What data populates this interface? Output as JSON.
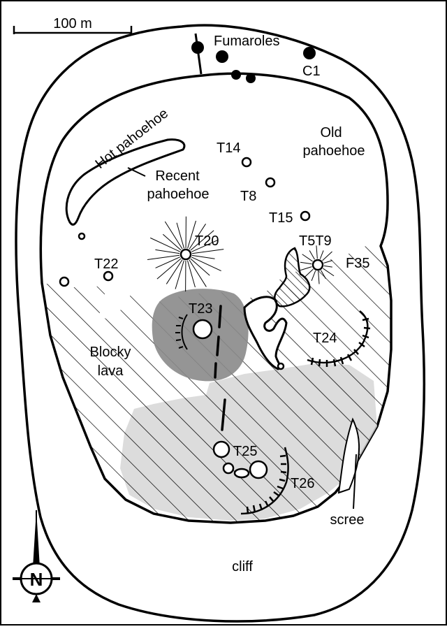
{
  "scale_bar": {
    "label": "100 m"
  },
  "labels": {
    "fumaroles": "Fumaroles",
    "c1": "C1",
    "hot_pahoehoe": "Hot pahoehoe",
    "old_pahoehoe_1": "Old",
    "old_pahoehoe_2": "pahoehoe",
    "recent_pahoehoe_1": "Recent",
    "recent_pahoehoe_2": "pahoehoe",
    "blocky_lava_1": "Blocky",
    "blocky_lava_2": "lava",
    "scree": "scree",
    "cliff": "cliff",
    "north": "N"
  },
  "features": {
    "t14": "T14",
    "t8": "T8",
    "t15": "T15",
    "t20": "T20",
    "t5t9": "T5T9",
    "f35": "F35",
    "t22": "T22",
    "t23": "T23",
    "t24": "T24",
    "t25": "T25",
    "t26": "T26"
  },
  "colors": {
    "ink": "#000000",
    "paper": "#ffffff",
    "dark_shade": "#8a8a8a",
    "light_shade": "#d6d6d6"
  }
}
